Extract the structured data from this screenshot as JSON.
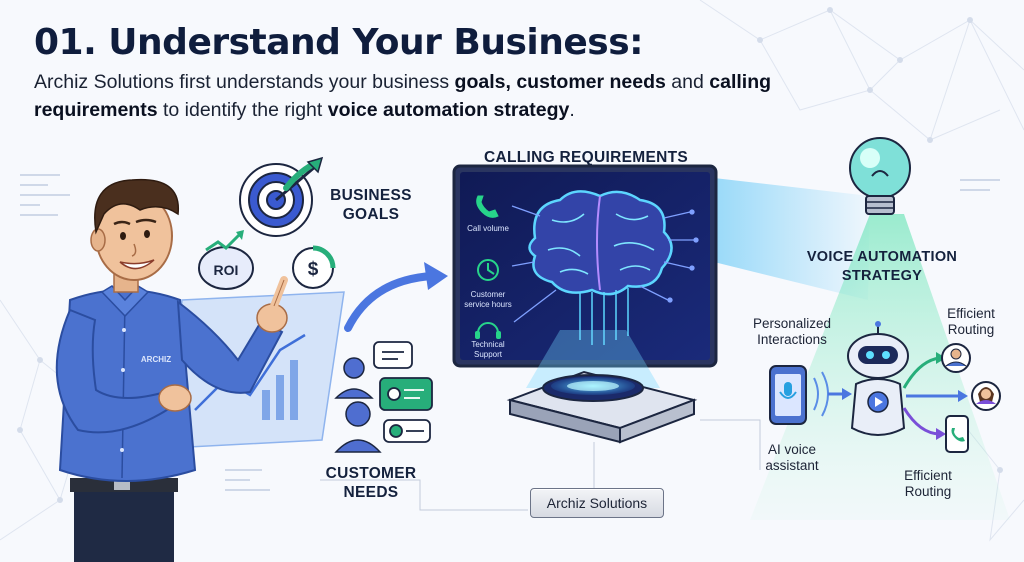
{
  "heading": "01. Understand Your Business:",
  "intro": {
    "part1": "Archiz Solutions first understands your business ",
    "bold1": "goals, customer needs",
    "part2": " and ",
    "bold2": "calling requirements",
    "part3": " to identify the right ",
    "bold3": "voice automation strategy",
    "part4": "."
  },
  "business_goals": {
    "label": "BUSINESS GOALS",
    "roi_badge": "ROI",
    "icons": [
      "target-icon",
      "roi-growth-icon",
      "dollar-coin-icon"
    ]
  },
  "customer_needs": {
    "label": "CUSTOMER NEEDS",
    "icons": [
      "people-icon",
      "chat-bubble-icon"
    ]
  },
  "person": {
    "shirt_text": "ARCHIZ"
  },
  "calling": {
    "label": "CALLING REQUIREMENTS",
    "items": [
      "Call volume",
      "Customer service hours",
      "Technical Support"
    ],
    "icons": [
      "phone-icon",
      "clock-icon",
      "headset-icon"
    ]
  },
  "strategy": {
    "label": "VOICE AUTOMATION STRATEGY",
    "personalized": "Personalized Interactions",
    "routing_top": "Efficient Routing",
    "routing_bottom": "Efficient Routing",
    "assistant": "AI voice assistant",
    "icons": [
      "lightbulb-icon",
      "robot-icon",
      "smartphone-icon",
      "user-icon"
    ]
  },
  "brand_tag": "Archiz Solutions",
  "colors": {
    "navy": "#0f1d3d",
    "accent_blue": "#3b6fe0",
    "cyan": "#36c8f0",
    "green": "#22b07d",
    "purple": "#7a4fd8"
  }
}
